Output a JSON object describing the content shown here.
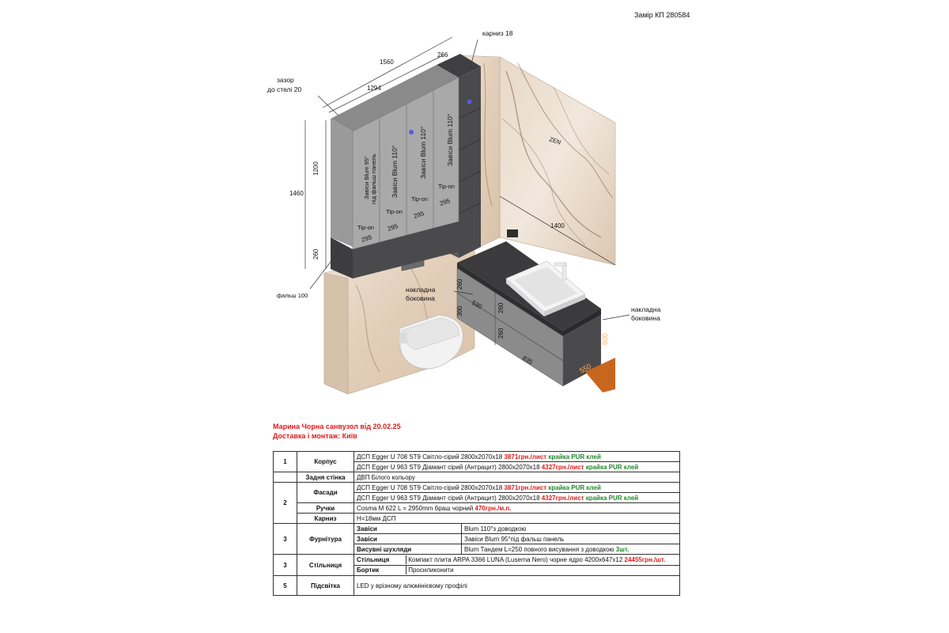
{
  "doc_number": "Замір КП 280584",
  "client_line": "Марина Чорна санвузол від 20.02.25",
  "delivery_line": "Доставка і монтаж: Київ",
  "drawing": {
    "labels": {
      "cornice": "карниз 18",
      "gap_line1": "зазор",
      "gap_line2": "до стелі 20",
      "false_panel": "фальш 100",
      "overlay_side_left_1": "накладна",
      "overlay_side_left_2": "боковина",
      "overlay_side_right_1": "накладна",
      "overlay_side_right_2": "боковина",
      "floor_mark": "ZEN"
    },
    "dimensions": {
      "total_width": "1560",
      "column_width": "266",
      "cabinet_width": "1294",
      "upper_height": "1200",
      "total_height": "1460",
      "base_height": "260",
      "wall_length": "1400",
      "door_w1": "295",
      "door_w2": "295",
      "door_w3": "295",
      "door_w4": "295",
      "vanity_h_top": "260",
      "vanity_h_bottom": "300",
      "vanity_front_top": "260",
      "vanity_front_bottom": "260",
      "vanity_d1": "530",
      "vanity_d2": "835",
      "vanity_depth": "550",
      "vanity_side_h": "600"
    },
    "door_notes": [
      {
        "line1": "Завіси Blum 95°",
        "line2": "під фальш панель"
      },
      {
        "line1": "Завіси Blum 110°",
        "line2": ""
      },
      {
        "line1": "Завіси Blum 110°",
        "line2": ""
      },
      {
        "line1": "Завіси Blum 110°",
        "line2": ""
      }
    ],
    "tipon": [
      "Tip-on",
      "Tip-on",
      "Tip-on",
      "Tip-on"
    ]
  },
  "spec": {
    "rows": {
      "korpus": {
        "num": "1",
        "cat": "Корпус",
        "line1": {
          "text": "ДСП Egger U 708 ST9 Світло-сірий 2800x2070x18 ",
          "price": "3871грн./лист",
          "edge": " крайка PUR клей"
        },
        "line2": {
          "text": "ДСП Egger U 963 ST9 Діамант сірий (Антрацит) 2800x2070x18 ",
          "price": "4327грн./лист",
          "edge": " крайка PUR клей"
        }
      },
      "back": {
        "cat": "Задня стінка",
        "text": "ДВП Білого кольору"
      },
      "fasady": {
        "num": "2",
        "cat": "Фасади",
        "line1": {
          "text": "ДСП Egger U 708 ST9 Світло-сірий 2800x2070x18 ",
          "price": "3871грн./лист",
          "edge": " крайка PUR клей"
        },
        "line2": {
          "text": "ДСП Egger U 963 ST9 Діамант сірий (Антрацит) 2800x2070x18 ",
          "price": "4327грн./лист",
          "edge": " крайка PUR клей"
        }
      },
      "ruchky": {
        "cat": "Ручки",
        "text": "Cosma M 622 L = 2950mm браш чорний ",
        "price": "470грн./м.п."
      },
      "karniz": {
        "cat": "Карниз",
        "text": "H=18мм ДСП"
      },
      "furnitura": {
        "num": "3",
        "cat": "Фурнітура",
        "items": [
          {
            "sub": "Завіси",
            "text": "Blum 110°з доводкою",
            "extra": ""
          },
          {
            "sub": "Завіси",
            "text": "Завіси Blum 95°під фальш панель",
            "extra": ""
          },
          {
            "sub": "Висувні шухляди",
            "text": "Blum Тандем L=250 повного висування з доводкою ",
            "extra": "3шт."
          }
        ]
      },
      "stilnytsia": {
        "num": "3",
        "cat": "Стільниця",
        "items": [
          {
            "sub": "Стільниця",
            "text": "Компакт плита ARPA 3366 LUNA (Luserna Nero) чорне ядро 4200x647x12 ",
            "price": "24455грн./шт."
          },
          {
            "sub": "Бортик",
            "text": "Просиликонити",
            "price": ""
          }
        ]
      },
      "pidsvitka": {
        "num": "5",
        "cat": "Підсвітка",
        "text": "LED у врізному алюмінієвому профілі"
      }
    }
  },
  "colors": {
    "light_grey": "#a9a9a9",
    "anthracite": "#4a4a4c",
    "wood_light": "#e9ddd0",
    "accent_red": "#e01b1b",
    "accent_green": "#1f8a2a",
    "orange": "#c8661e"
  }
}
